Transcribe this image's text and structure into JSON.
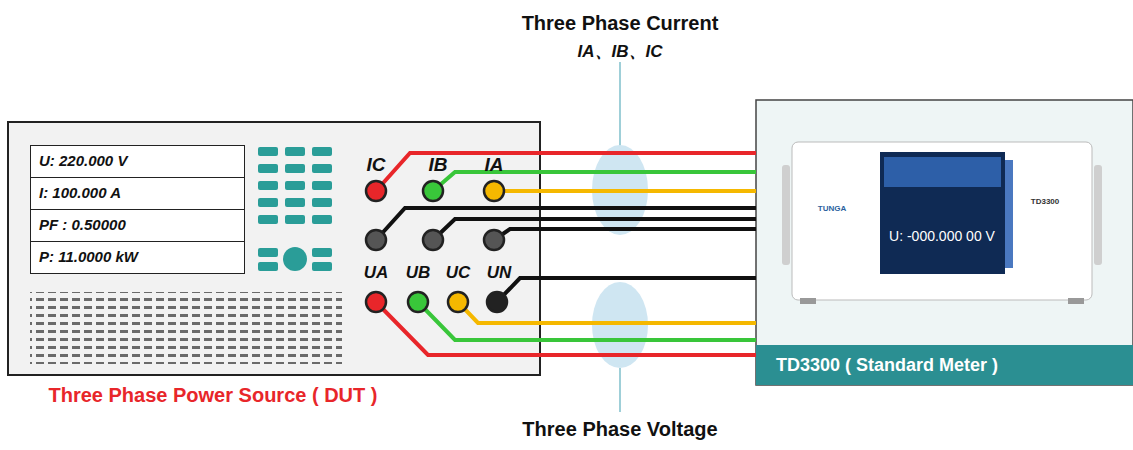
{
  "diagram": {
    "nodes": [
      {
        "text": [
          "Three Phase Power Source ( DUT )"
        ]
      },
      {
        "text": [
          "U: 220.000 V"
        ],
        "in": 0
      },
      {
        "text": [
          "I: 100.000 A"
        ],
        "in": 0
      },
      {
        "text": [
          "PF : 0.50000"
        ],
        "in": 0
      },
      {
        "text": [
          "P: 11.0000 kW"
        ],
        "in": 0
      },
      {
        "text": [
          "TD3300 ( Standard Meter )"
        ]
      }
    ],
    "labels": [
      "Three Phase Current",
      "IA、IB、IC",
      "IC",
      "IB",
      "IA",
      "UA",
      "UB",
      "UC",
      "UN",
      "TUNGA",
      "TD3300",
      "U: -000.000 00 V",
      "Three Phase Voltage"
    ]
  }
}
